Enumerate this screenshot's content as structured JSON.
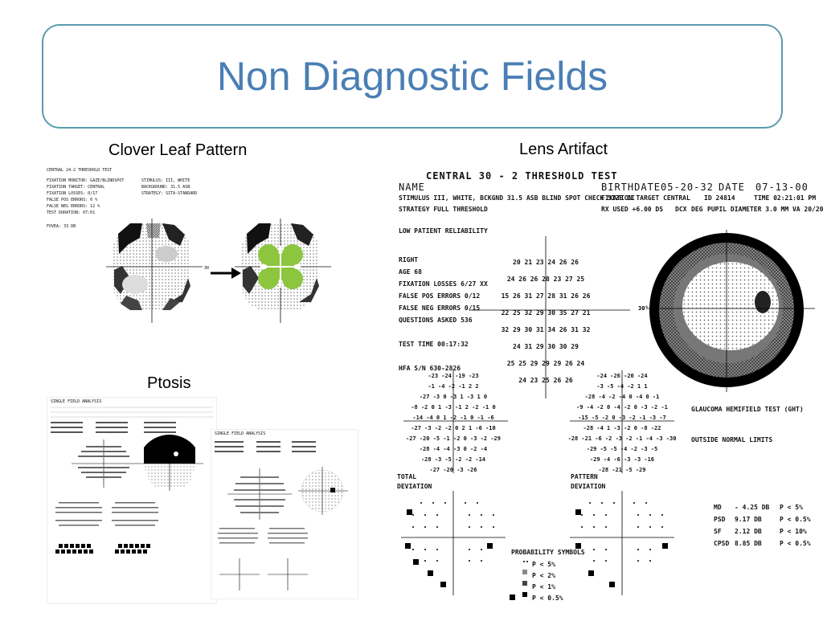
{
  "slide": {
    "title": "Non Diagnostic Fields"
  },
  "captions": {
    "clover": "Clover Leaf Pattern",
    "lens": "Lens Artifact",
    "ptosis": "Ptosis"
  },
  "clover_printout": {
    "test_name": "CENTRAL 24-2 THRESHOLD TEST",
    "lines_left": [
      "FIXATION MONITOR: GAZE/BLINDSPOT",
      "FIXATION TARGET: CENTRAL",
      "FIXATION LOSSES: 0/17",
      "FALSE POS ERRORS: 0 %",
      "FALSE NEG ERRORS: 12 %",
      "TEST DURATION: 07:01"
    ],
    "lines_right": [
      "STIMULUS: III, WHITE",
      "BACKGROUND: 31.5 ASB",
      "STRATEGY: SITA-STANDARD"
    ],
    "fovea": "FOVEA: 33 DB"
  },
  "lens_printout": {
    "test_name": "CENTRAL 30 - 2 THRESHOLD TEST",
    "name_label": "NAME",
    "birthdate_label": "BIRTHDATE",
    "birthdate": "05-20-32",
    "date_label": "DATE",
    "date": "07-13-00",
    "stimulus": "STIMULUS III, WHITE, BCKGND 31.5 ASB BLIND SPOT CHECK SIZE II",
    "strategy": "STRATEGY FULL THRESHOLD",
    "fixation_target": "FIXATION TARGET CENTRAL",
    "id": "ID 24814",
    "time": "TIME 02:21:01 PM",
    "rx": "RX USED +6.00 DS",
    "dcx": "DCX",
    "deg": "DEG",
    "pupil": "PUPIL DIAMETER 3.0 MM VA 20/20",
    "reliability": "LOW PATIENT RELIABILITY",
    "stats": [
      "RIGHT",
      "AGE 68",
      "FIXATION LOSSES 6/27 XX",
      "FALSE POS ERRORS 0/12",
      "FALSE NEG ERRORS 0/15",
      "QUESTIONS ASKED 536",
      "",
      "TEST TIME 00:17:32",
      "",
      "HFA S/N 630-2826"
    ],
    "ght": "GLAUCOMA HEMIFIELD TEST (GHT)",
    "ght_result": "OUTSIDE NORMAL LIMITS",
    "total_label": "TOTAL",
    "deviation_label": "DEVIATION",
    "pattern_label": "PATTERN",
    "prob_title": "PROBABILITY SYMBOLS",
    "prob_items": [
      "P < 5%",
      "P < 2%",
      "P < 1%",
      "P < 0.5%"
    ],
    "indices": [
      {
        "label": "MD",
        "value": "- 4.25 DB",
        "p": "P < 5%"
      },
      {
        "label": "PSD",
        "value": "9.17 DB",
        "p": "P < 0.5%"
      },
      {
        "label": "SF",
        "value": "2.12 DB",
        "p": "P < 10%"
      },
      {
        "label": "CPSD",
        "value": "8.85 DB",
        "p": "P < 0.5%"
      }
    ],
    "threshold_rows": [
      "20 21 23 24 26 26",
      "24 26 26 28 23 27 25",
      "15 26 31 27 28 31 26 26",
      "22 25 32 29 30 35 27 21",
      "32 29 30 31 34 26 31 32",
      "24 31 29 30 30 29",
      "25 25 29 29 29 26 24",
      "24 23 25 26 26"
    ],
    "total_dev_rows": [
      "-23 -24 -19 -23",
      "-1 -4 -2 -1 2 2",
      "-27 -3 0 -3 1 -3 1 0",
      "-8 -2 0 1 -3 -1 2 -2 -1 0",
      "-14 -4 0 1 -2 -1 0 -1 -6",
      "-27 -3 -2 -2 0 2 1 -6 -10",
      "-27 -20 -5 -1 -2 0 -3 -2 -29",
      "-28 -4 -4 -3 0 -2 -4",
      "-28 -3 -5 -2 -2 -14",
      "-27 -20 -3 -26"
    ],
    "pattern_dev_rows": [
      "-24 -26 -20 -24",
      "-3 -5 -4 -2 1 1",
      "-28 -4 -2 -4 0 -4 0 -1",
      "-9 -4 -2 0 -4 -2 0 -3 -2 -1",
      "-15 -5 -2 0 -3 -2 -1 -3 -7",
      "-28 -4 1 -3 -2 0 -8 -22",
      "-28 -21 -6 -2 -3 -2 -1 -4 -3 -30",
      "-29 -5 -5 -4 -2 -3 -5",
      "-29 -4 -6 -3 -3 -16",
      "-28 -21 -5 -29"
    ]
  },
  "ptosis_printout": {
    "header1": "SINGLE FIELD ANALYSIS",
    "header2": "SINGLE FIELD ANALYSIS"
  }
}
